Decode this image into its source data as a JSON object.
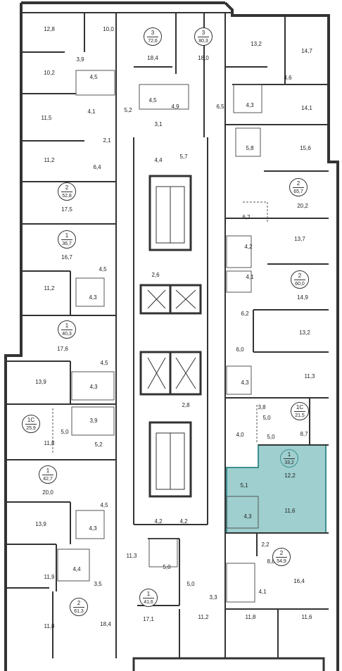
{
  "colors": {
    "wall": "#333333",
    "background": "#ffffff",
    "highlight_fill": "#9fcfcf",
    "highlight_border": "#3d8f8f",
    "badge_border": "#333333"
  },
  "highlighted_apartment": {
    "rooms": "1",
    "area": "33,2"
  },
  "apartments": [
    {
      "id": "apt-3-72-6",
      "rooms": "3",
      "area": "72,6"
    },
    {
      "id": "apt-3-80-3",
      "rooms": "3",
      "area": "80,3"
    },
    {
      "id": "apt-2-65-7",
      "rooms": "2",
      "area": "65,7"
    },
    {
      "id": "apt-2-52-8",
      "rooms": "2",
      "area": "52,8"
    },
    {
      "id": "apt-1-36-7",
      "rooms": "1",
      "area": "36,7"
    },
    {
      "id": "apt-2-60-0",
      "rooms": "2",
      "area": "60,0"
    },
    {
      "id": "apt-1-40-3",
      "rooms": "1",
      "area": "40,3"
    },
    {
      "id": "apt-1c-25-9",
      "rooms": "1С",
      "area": "25,9"
    },
    {
      "id": "apt-1c-21-5",
      "rooms": "1С",
      "area": "21,5"
    },
    {
      "id": "apt-1-33-2",
      "rooms": "1",
      "area": "33,2"
    },
    {
      "id": "apt-1-42-7",
      "rooms": "1",
      "area": "42,7"
    },
    {
      "id": "apt-2-54-9",
      "rooms": "2",
      "area": "54,9"
    },
    {
      "id": "apt-1-41-6",
      "rooms": "1",
      "area": "41,6"
    },
    {
      "id": "apt-2-61-3",
      "rooms": "2",
      "area": "61,3"
    }
  ],
  "room_areas": [
    "12,8",
    "10,0",
    "18,4",
    "18,0",
    "13,2",
    "14,7",
    "3,9",
    "10,2",
    "4,5",
    "4,6",
    "4,5",
    "4,9",
    "6,5",
    "4,3",
    "14,1",
    "11,5",
    "4,1",
    "5,2",
    "3,1",
    "2,1",
    "5,8",
    "15,6",
    "11,2",
    "6,4",
    "4,4",
    "5,7",
    "17,5",
    "20,2",
    "6,2",
    "13,7",
    "4,2",
    "16,7",
    "4,5",
    "2,6",
    "4,1",
    "11,2",
    "4,3",
    "14,9",
    "6,2",
    "13,2",
    "17,6",
    "6,0",
    "4,5",
    "13,9",
    "4,3",
    "11,3",
    "4,3",
    "3,9",
    "5,0",
    "2,8",
    "3,8",
    "5,0",
    "5,0",
    "11,8",
    "5,2",
    "4,0",
    "8,7",
    "12,2",
    "20,0",
    "5,1",
    "4,5",
    "11,6",
    "13,9",
    "4,3",
    "4,2",
    "4,2",
    "4,3",
    "2,2",
    "11,3",
    "4,4",
    "8,8",
    "11,9",
    "5,0",
    "3,5",
    "5,0",
    "16,4",
    "3,3",
    "4,1",
    "11,8",
    "18,4",
    "17,1",
    "11,2",
    "11,8",
    "11,6"
  ]
}
